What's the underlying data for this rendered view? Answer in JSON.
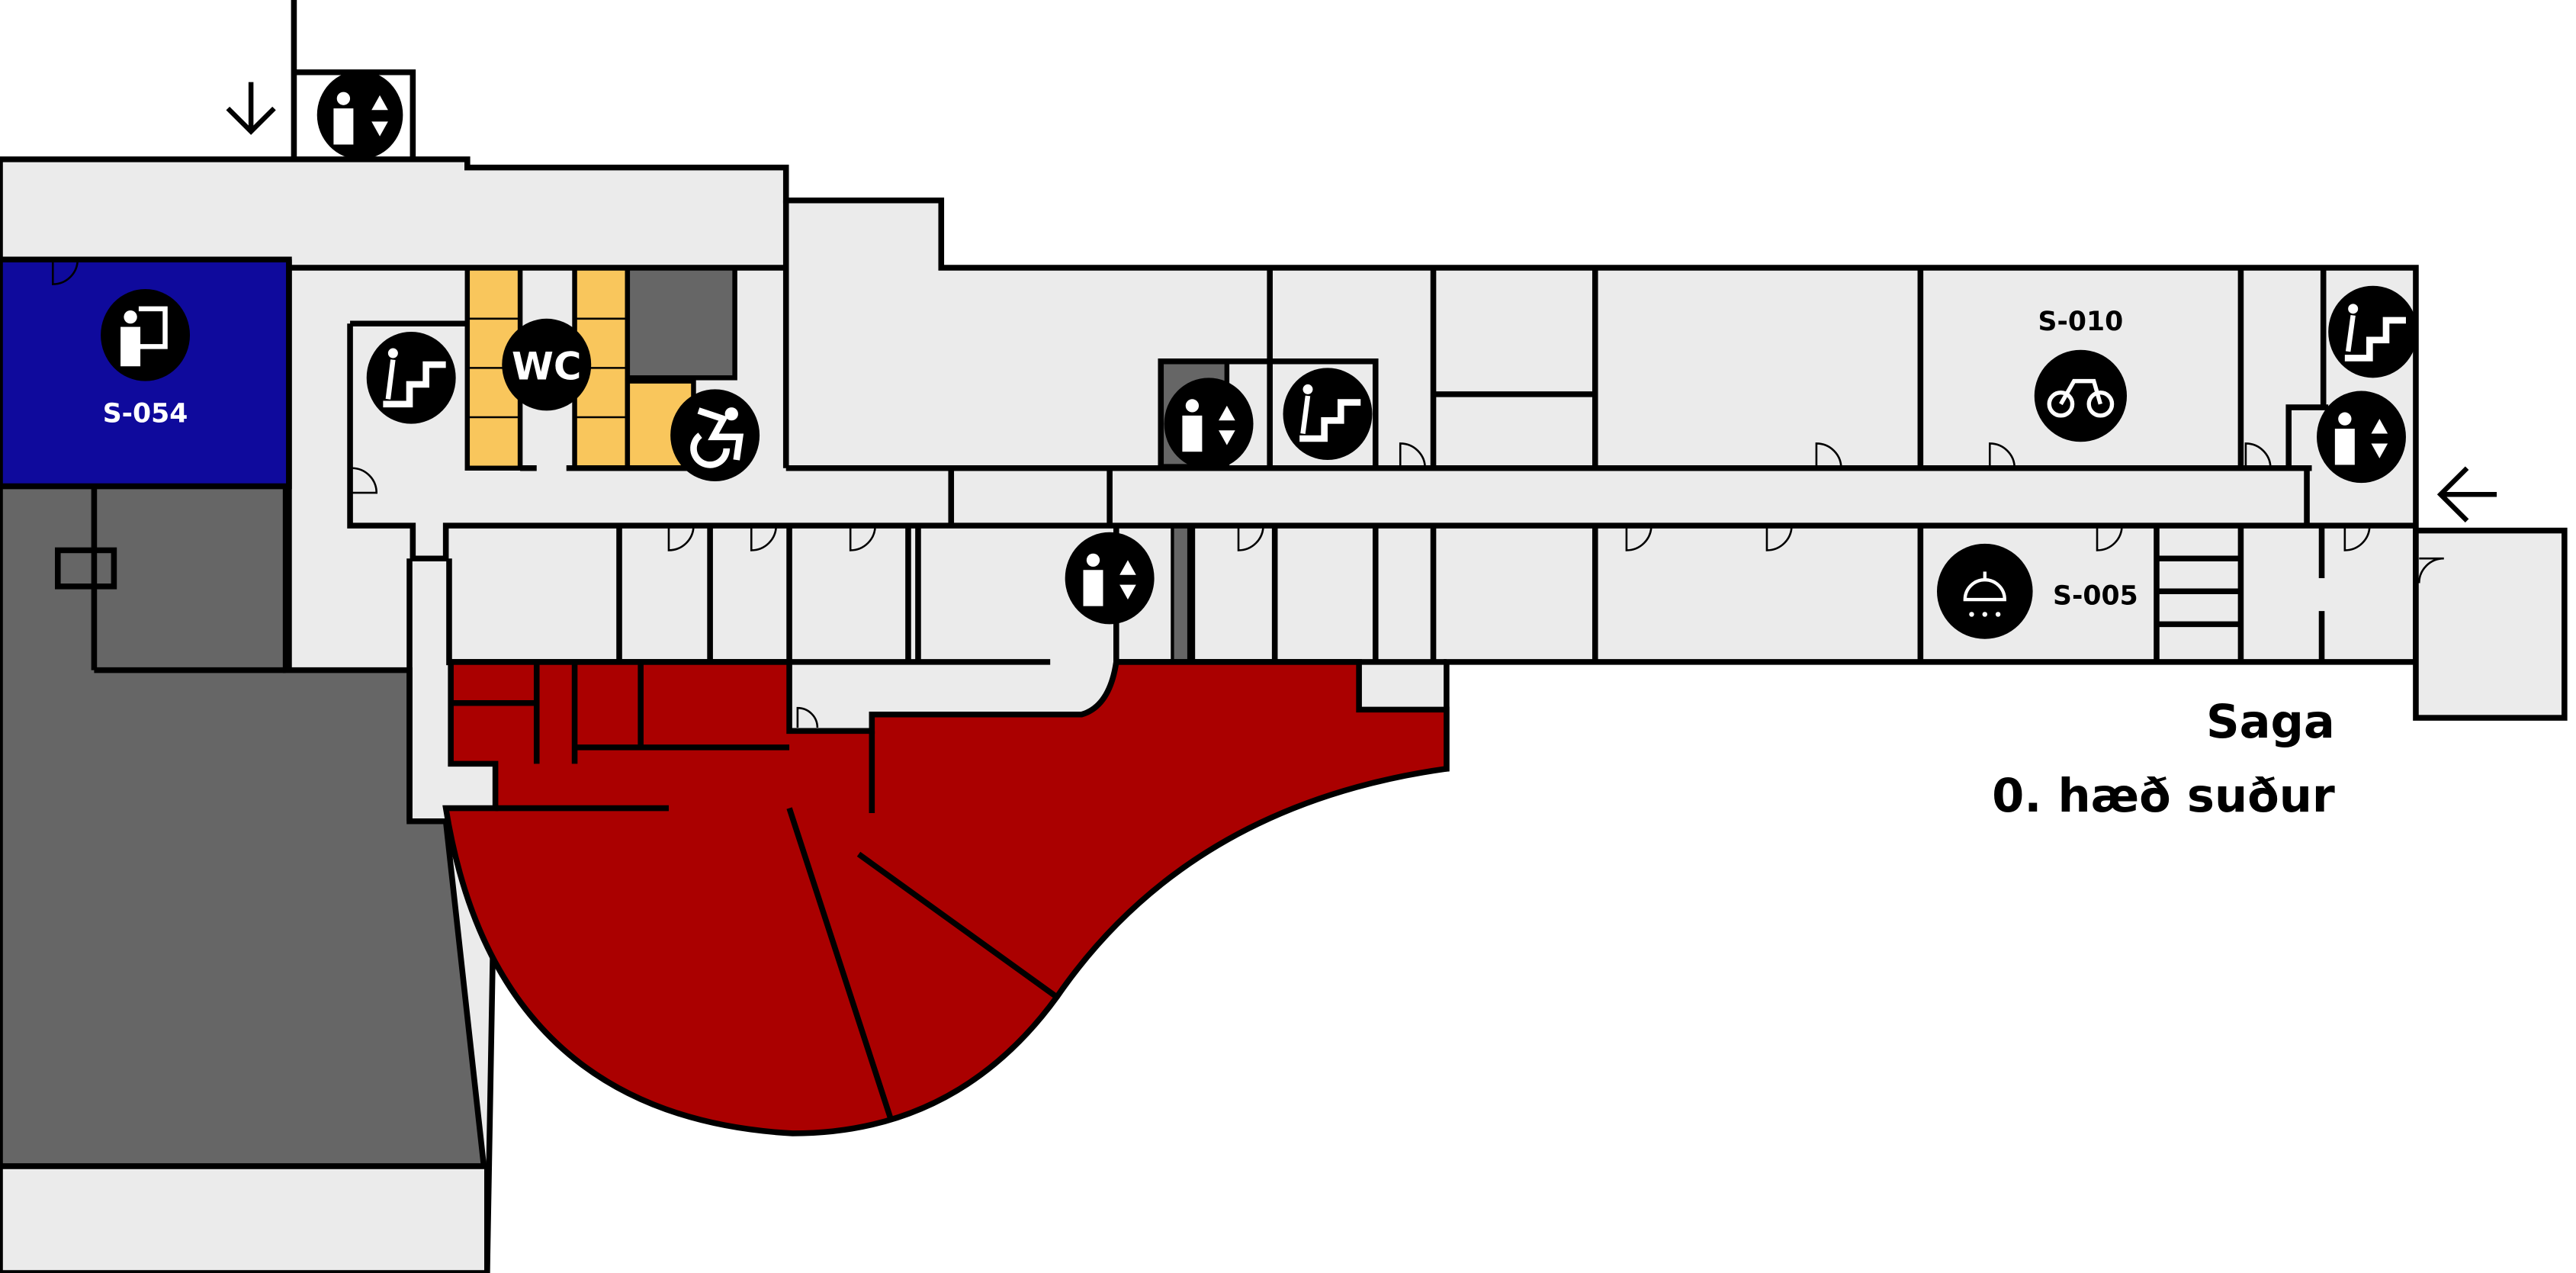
{
  "map": {
    "building": "Saga",
    "floor": "0. hæð suður",
    "colors": {
      "corridor": "#ebebeb",
      "teaching_room": "#0f0a9c",
      "restroom": "#f9c65c",
      "service": "#666666",
      "restricted": "#aa0000"
    },
    "rooms": [
      {
        "id": "S-054",
        "icon": "lecture-room-icon"
      },
      {
        "id": "S-010",
        "icon": "bicycle-icon"
      },
      {
        "id": "S-005",
        "icon": "shower-icon"
      }
    ],
    "wc_label": "WC",
    "icons": [
      "stairs-icon",
      "elevator-icon",
      "wheelchair-accessible-icon",
      "entrance-arrow-icon"
    ]
  }
}
